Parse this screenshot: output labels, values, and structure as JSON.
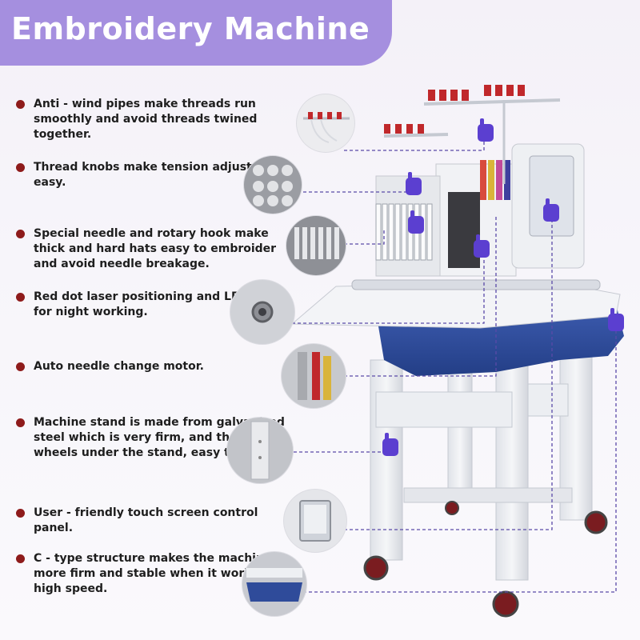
{
  "header": {
    "title": "Embroidery Machine"
  },
  "features": [
    {
      "text": "Anti - wind pipes make threads run smoothly and avoid threads twined together."
    },
    {
      "text": "Thread knobs make tension adjustment easy."
    },
    {
      "text": "Special needle and rotary hook make thick and hard hats easy to embroider and avoid needle breakage."
    },
    {
      "text": "Red dot laser positioning and LED lamp for night working."
    },
    {
      "text": "Auto needle change motor."
    },
    {
      "text": "Machine stand is made from galvanized steel which is very firm, and there are 4 wheels under the stand, easy to move."
    },
    {
      "text": "User - friendly touch screen control panel."
    },
    {
      "text": "C - type structure makes the machine more firm and stable when it works at high speed."
    }
  ],
  "colors": {
    "title_bg": "#a58fdf",
    "bullet": "#8e1b1b",
    "pointer": "#5b3fd0",
    "stand_blue": "#2f4b9a",
    "spool_red": "#c0282b"
  },
  "icons": {
    "bullet": "bullet-dot-icon",
    "pointer": "hand-pointer-icon"
  }
}
